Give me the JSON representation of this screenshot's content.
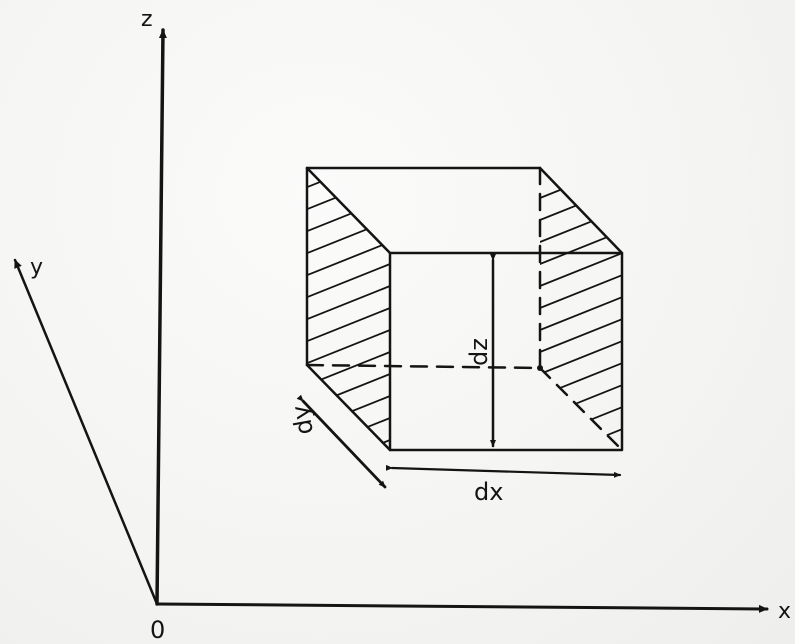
{
  "diagram": {
    "axes": {
      "x_label": "x",
      "y_label": "y",
      "z_label": "z",
      "origin_label": "0"
    },
    "element": {
      "dx_label": "dx",
      "dy_label": "dy",
      "dz_label": "dz"
    },
    "colors": {
      "ink": "#141414",
      "paper": "#f7f7f5"
    }
  }
}
